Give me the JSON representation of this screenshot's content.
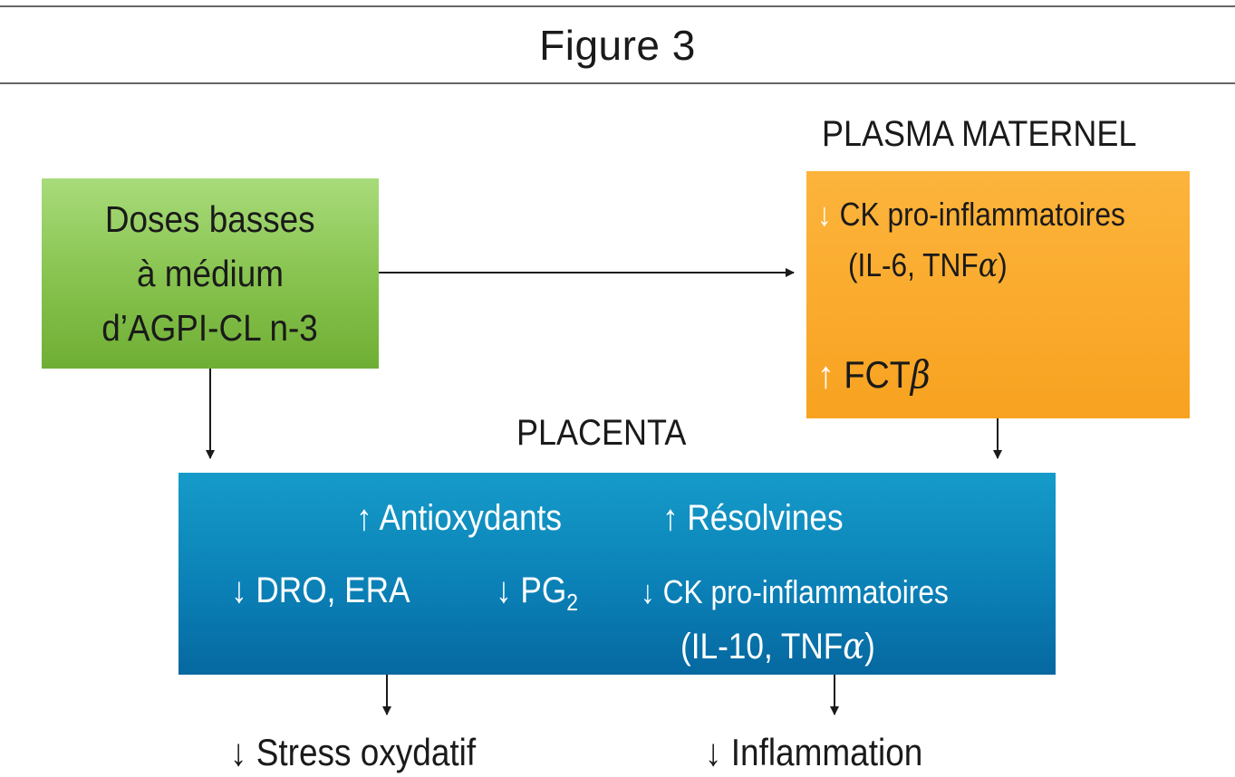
{
  "figure_title": "Figure 3",
  "labels": {
    "plasma": "PLASMA MATERNEL",
    "placenta": "PLACENTA"
  },
  "source_box": {
    "line1": "Doses basses",
    "line2": "à médium",
    "line3": "d’AGPI-CL n-3"
  },
  "plasma_box": {
    "item1_arrow": "↓",
    "item1_line1": "CK pro-inflammatoires",
    "item1_line2_pre": "(IL-6, TNF",
    "item1_line2_greek": "α",
    "item1_line2_post": ")",
    "item2_arrow": "↑",
    "item2_text": "FCT",
    "item2_greek": "β"
  },
  "placenta_box": {
    "antiox_arrow": "↑",
    "antiox": "Antioxydants",
    "resolv_arrow": "↑",
    "resolv": "Résolvines",
    "dro_arrow": "↓",
    "dro": "DRO, ERA",
    "pg_arrow": "↓",
    "pg": "PG",
    "pg_sub": "2",
    "ck_arrow": "↓",
    "ck_line1": "CK pro-inflammatoires",
    "ck_line2_pre": "(IL-10, TNF",
    "ck_line2_greek": "α",
    "ck_line2_post": ")"
  },
  "outcomes": {
    "stress_arrow": "↓",
    "stress": "Stress oxydatif",
    "inflam_arrow": "↓",
    "inflam": "Inflammation"
  },
  "colors": {
    "green": "#86c24d",
    "orange": "#f8a220",
    "blue": "#0a7fb5"
  }
}
